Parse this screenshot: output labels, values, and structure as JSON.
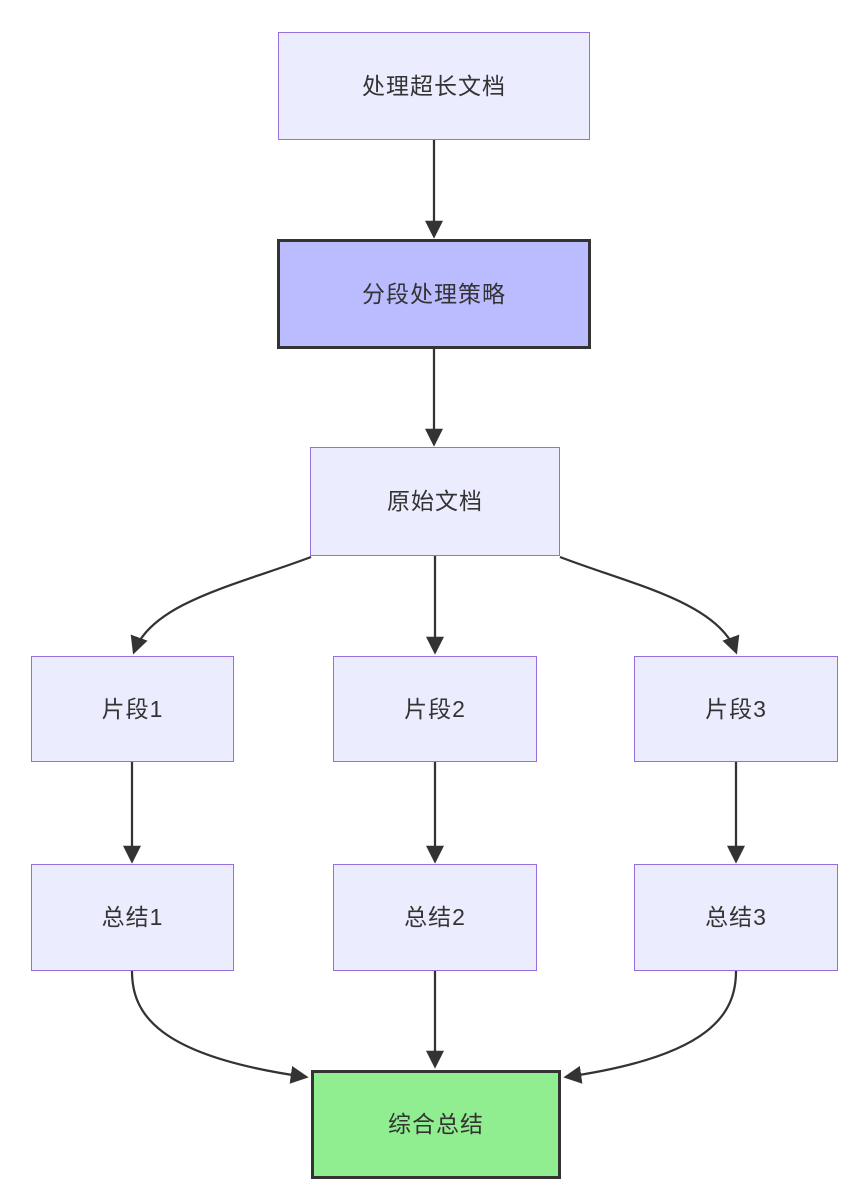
{
  "diagram": {
    "type": "flowchart",
    "direction": "top-down",
    "background": "#ffffff"
  },
  "colors": {
    "default_node_fill": "#ECECFF",
    "default_node_border": "#9370DB",
    "strategy_node_fill": "#BBBBFF",
    "strategy_node_border": "#333333",
    "final_node_fill": "#90EE90",
    "final_node_border": "#333333",
    "edge_stroke": "#333333",
    "text_color": "#333333"
  },
  "nodes": {
    "start": {
      "label": "处理超长文档",
      "style": "default"
    },
    "strategy": {
      "label": "分段处理策略",
      "style": "strategy"
    },
    "source_doc": {
      "label": "原始文档",
      "style": "default"
    },
    "fragment1": {
      "label": "片段1",
      "style": "default"
    },
    "fragment2": {
      "label": "片段2",
      "style": "default"
    },
    "fragment3": {
      "label": "片段3",
      "style": "default"
    },
    "summary1": {
      "label": "总结1",
      "style": "default"
    },
    "summary2": {
      "label": "总结2",
      "style": "default"
    },
    "summary3": {
      "label": "总结3",
      "style": "default"
    },
    "final": {
      "label": "综合总结",
      "style": "final"
    }
  },
  "edges": [
    {
      "from": "start",
      "to": "strategy"
    },
    {
      "from": "strategy",
      "to": "source_doc"
    },
    {
      "from": "source_doc",
      "to": "fragment1"
    },
    {
      "from": "source_doc",
      "to": "fragment2"
    },
    {
      "from": "source_doc",
      "to": "fragment3"
    },
    {
      "from": "fragment1",
      "to": "summary1"
    },
    {
      "from": "fragment2",
      "to": "summary2"
    },
    {
      "from": "fragment3",
      "to": "summary3"
    },
    {
      "from": "summary1",
      "to": "final"
    },
    {
      "from": "summary2",
      "to": "final"
    },
    {
      "from": "summary3",
      "to": "final"
    }
  ]
}
